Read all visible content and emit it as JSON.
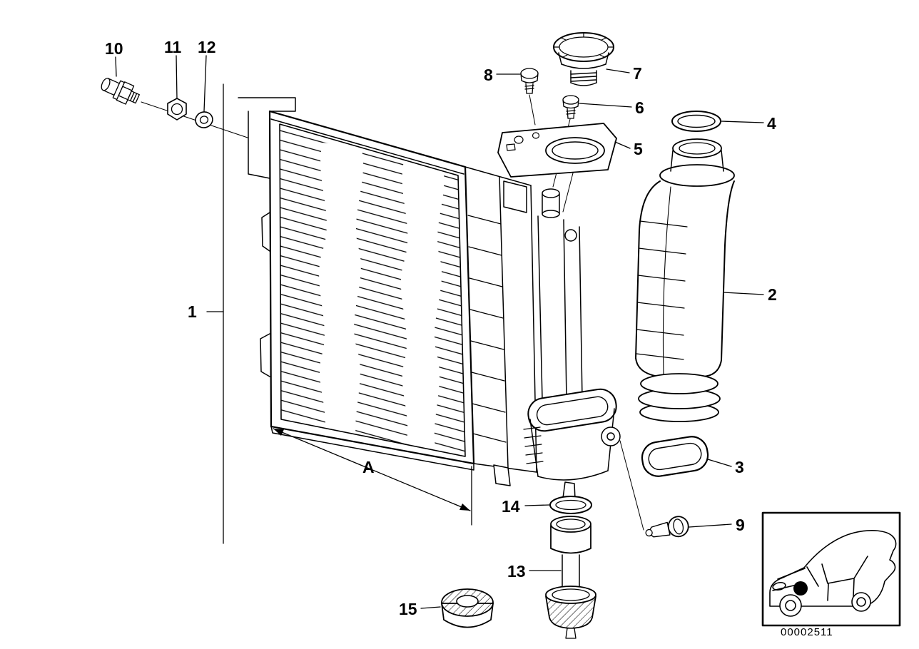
{
  "colors": {
    "background": "#ffffff",
    "line": "#000000",
    "marker": "#000000"
  },
  "diagram": {
    "type": "exploded-parts-diagram",
    "doc_number": "00002511",
    "dimension_label": "A",
    "callouts": [
      "1",
      "2",
      "3",
      "4",
      "5",
      "6",
      "7",
      "8",
      "9",
      "10",
      "11",
      "12",
      "13",
      "14",
      "15"
    ],
    "thumbnail": {
      "icon": "car-3quarter-view-icon"
    }
  }
}
